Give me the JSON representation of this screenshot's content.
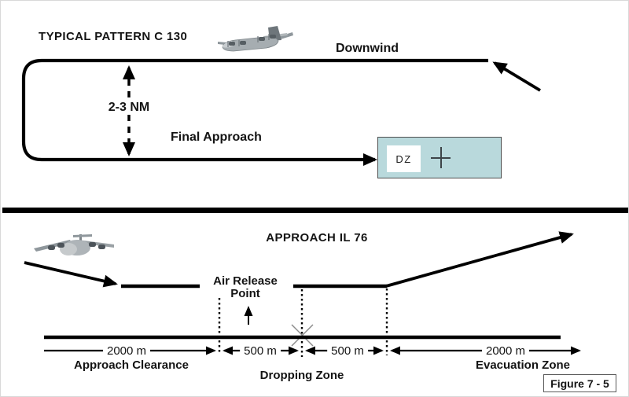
{
  "figure": {
    "caption": "Figure 7 - 5"
  },
  "colors": {
    "dz_box_fill": "#b9d9dc",
    "dz_box_border": "#4f4f4f",
    "diagram_line": "#000000",
    "x_marker_gray": "#8c8c8c",
    "aircraft_gray": "#a6adb1"
  },
  "c130_pattern": {
    "title": "TYPICAL PATTERN C 130",
    "aircraft_icon": "c130-aircraft",
    "downwind_label": "Downwind",
    "pattern_spacing": "2-3 NM",
    "final_approach_label": "Final Approach",
    "dz_marker": "DZ"
  },
  "il76_approach": {
    "title": "APPROACH IL 76",
    "aircraft_icon": "il76-aircraft",
    "air_release_line1": "Air Release",
    "air_release_line2": "Point",
    "approach_clearance": {
      "distance": "2000 m",
      "label": "Approach Clearance"
    },
    "dropping_zone": {
      "first_distance": "500 m",
      "second_distance": "500 m",
      "label": "Dropping Zone"
    },
    "evacuation_zone": {
      "distance": "2000 m",
      "label": "Evacuation Zone"
    }
  }
}
